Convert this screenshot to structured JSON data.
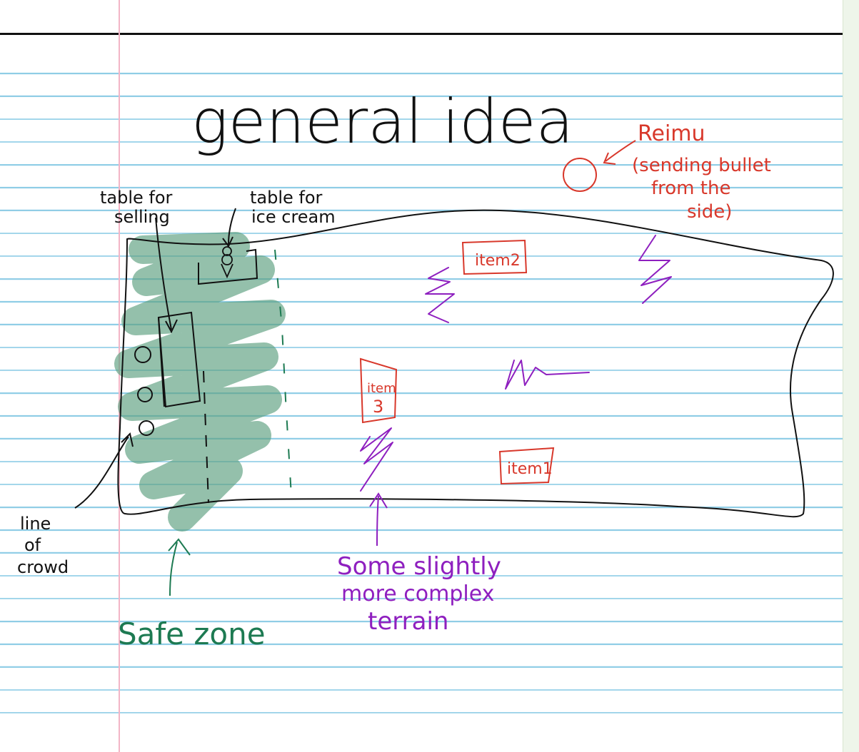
{
  "page": {
    "title": "general idea"
  },
  "labels": {
    "reimu": "Reimu",
    "reimu_note_1": "(sending bullet",
    "reimu_note_2": "from the",
    "reimu_note_3": "side)",
    "table_selling_1": "table for",
    "table_selling_2": "selling",
    "table_icecream_1": "table for",
    "table_icecream_2": "ice cream",
    "line_of_crowd_1": "line",
    "line_of_crowd_2": "of",
    "line_of_crowd_3": "crowd",
    "safe_zone": "Safe zone",
    "terrain_1": "Some slightly",
    "terrain_2": "more complex",
    "terrain_3": "terrain"
  },
  "items": [
    {
      "label": "item2"
    },
    {
      "label_line1": "item",
      "label_line2": "3"
    },
    {
      "label": "item1"
    }
  ],
  "colors": {
    "ink": "#111111",
    "safe_zone": "#5a9e7e",
    "safe_zone_text": "#1d7a52",
    "terrain": "#8e1fbf",
    "items": "#d8382b",
    "notebook_lines": "#8fcde6",
    "margin": "#f3b5c6"
  }
}
